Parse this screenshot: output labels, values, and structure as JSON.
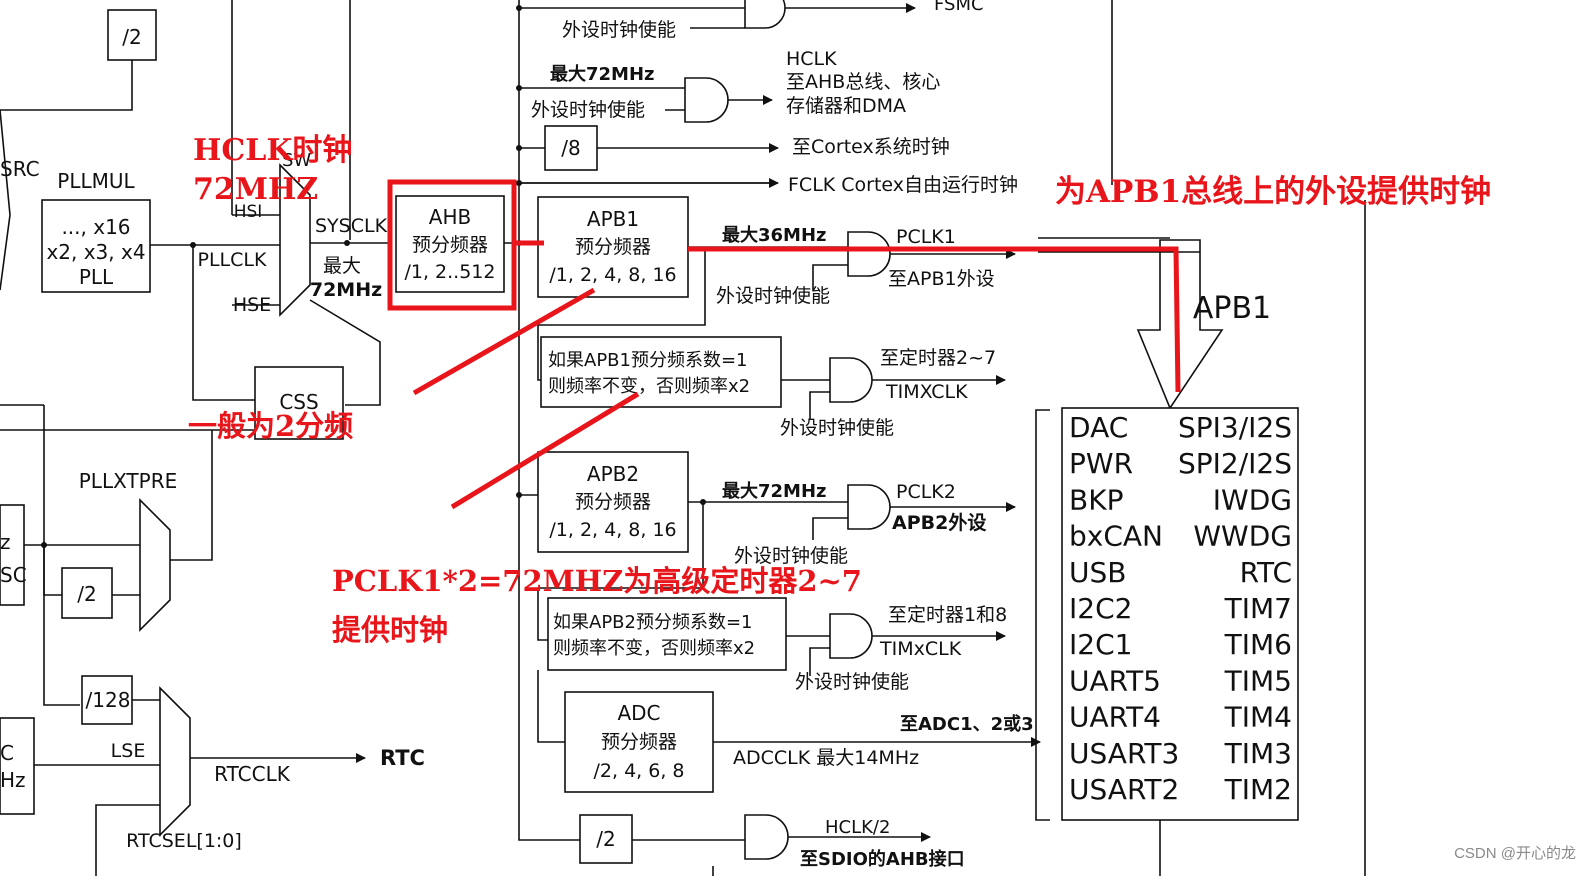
{
  "top_div": "/2",
  "labels": {
    "src": "SRC",
    "pllmul": "PLLMUL",
    "pll_line1": "..., x16",
    "pll_line2": "x2, x3, x4",
    "pll_line3": "PLL",
    "sw": "SW",
    "hsi": "HSI",
    "pllclk": "PLLCLK",
    "hse": "HSE",
    "sysclk": "SYSCLK",
    "max72_l1": "最大",
    "max72_l2": "72MHz",
    "css": "CSS",
    "pllxtpre": "PLLXTPRE",
    "div2_left": "/2",
    "frag_hz": "z",
    "frag_sc": "SC",
    "div128": "/128",
    "frag_c": "C",
    "frag_hz2": "Hz",
    "lse": "LSE",
    "rtcclk": "RTCCLK",
    "rtc": "RTC",
    "rtcsel": "RTCSEL[1:0]"
  },
  "ahb": {
    "title": "AHB",
    "sub": "预分频器",
    "range": "/1, 2..512"
  },
  "apb1": {
    "title": "APB1",
    "sub": "预分频器",
    "range": "/1, 2, 4, 8, 16"
  },
  "apb2": {
    "title": "APB2",
    "sub": "预分频器",
    "range": "/1, 2, 4, 8, 16"
  },
  "adc": {
    "title": "ADC",
    "sub": "预分频器",
    "range": "/2, 4, 6, 8"
  },
  "outputs": {
    "fsmc_enable": "外设时钟使能",
    "fsmc": "FSMC",
    "hclk_max": "最大72MHz",
    "hclk_enable": "外设时钟使能",
    "hclk": "HCLK",
    "hclk_d1": "至AHB总线、核心",
    "hclk_d2": "存储器和DMA",
    "div8": "/8",
    "cortex": "至Cortex系统时钟",
    "fclk": "FCLK Cortex自由运行时钟",
    "apb1_max": "最大36MHz",
    "pclk1": "PCLK1",
    "pclk1_dest": "至APB1外设",
    "pclk1_enable": "外设时钟使能",
    "tim_mul1_l1": "如果APB1预分频系数=1",
    "tim_mul1_l2": "则频率不变，否则频率x2",
    "tim27": "至定时器2~7",
    "timxclk": "TIMXCLK",
    "tim_enable1": "外设时钟使能",
    "apb2_max": "最大72MHz",
    "pclk2": "PCLK2",
    "pclk2_dest": "APB2外设",
    "pclk2_enable": "外设时钟使能",
    "tim_mul2_l1": "如果APB2预分频系数=1",
    "tim_mul2_l2": "则频率不变，否则频率x2",
    "tim18": "至定时器1和8",
    "timxclk2": "TIMxCLK",
    "tim_enable2": "外设时钟使能",
    "adc_dest": "至ADC1、2或3",
    "adcclk": "ADCCLK  最大14MHz",
    "div2_bottom": "/2",
    "hclk2": "HCLK/2",
    "sdio": "至SDIO的AHB接口"
  },
  "apb1_bus": {
    "label": "APB1",
    "left": [
      "DAC",
      "PWR",
      "BKP",
      "bxCAN",
      "USB",
      "I2C2",
      "I2C1",
      "UART5",
      "UART4",
      "USART3",
      "USART2"
    ],
    "right": [
      "SPI3/I2S",
      "SPI2/I2S",
      "IWDG",
      "WWDG",
      "RTC",
      "TIM7",
      "TIM6",
      "TIM5",
      "TIM4",
      "TIM3",
      "TIM2"
    ]
  },
  "annotations": {
    "hclk_l1": "HCLK时钟",
    "hclk_l2": "72MHZ",
    "apb1_note": "为APB1总线上的外设提供时钟",
    "div2_note": "一般为2分频",
    "pclk_l1": "PCLK1*2=72MHZ为高级定时器2~7",
    "pclk_l2": "提供时钟"
  },
  "watermark": "CSDN @开心的龙",
  "colors": {
    "annotation": "#e8151b",
    "line": "#111111"
  }
}
